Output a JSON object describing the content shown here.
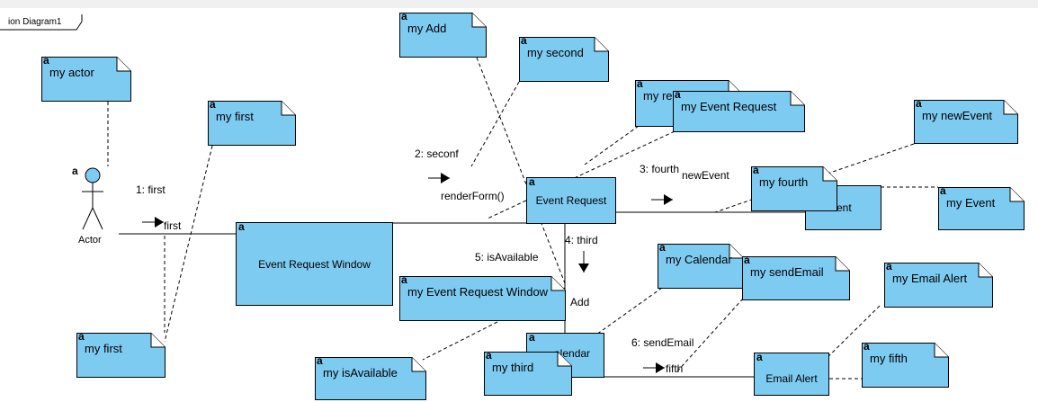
{
  "diagram": {
    "tab_title": "ion Diagram1",
    "actor": {
      "label": "Actor",
      "stereo": "a"
    },
    "objects": [
      {
        "id": "erw",
        "label": "Event Request Window",
        "stereo": "a"
      },
      {
        "id": "er",
        "label": "Event Request",
        "stereo": "a"
      },
      {
        "id": "ev",
        "label": "rent",
        "stereo": ""
      },
      {
        "id": "cal",
        "label": "alendar",
        "stereo": "a"
      },
      {
        "id": "ea",
        "label": "Email Alert",
        "stereo": "a"
      }
    ],
    "notes": [
      {
        "id": "myadd",
        "label": "my Add",
        "stereo": "a"
      },
      {
        "id": "mysecond",
        "label": "my second",
        "stereo": "a"
      },
      {
        "id": "myactor",
        "label": "my actor",
        "stereo": "a"
      },
      {
        "id": "myfirst1",
        "label": "my first",
        "stereo": "a"
      },
      {
        "id": "myrere",
        "label": "my re",
        "stereo": "a"
      },
      {
        "id": "myer",
        "label": "my Event Request",
        "stereo": "a"
      },
      {
        "id": "mynewevent",
        "label": "my newEvent",
        "stereo": "a"
      },
      {
        "id": "myfourth",
        "label": "my fourth",
        "stereo": "a"
      },
      {
        "id": "myevent",
        "label": "my Event",
        "stereo": "a"
      },
      {
        "id": "mycalendar",
        "label": "my Calendar",
        "stereo": "a"
      },
      {
        "id": "mysendemail",
        "label": "my sendEmail",
        "stereo": "a"
      },
      {
        "id": "myemailalert",
        "label": "my Email Alert",
        "stereo": "a"
      },
      {
        "id": "myerw",
        "label": "my Event Request Window",
        "stereo": "a"
      },
      {
        "id": "myfirst2",
        "label": "my first",
        "stereo": "a"
      },
      {
        "id": "myisavailable",
        "label": "my isAvailable",
        "stereo": "a"
      },
      {
        "id": "mythird",
        "label": "my third",
        "stereo": "a"
      },
      {
        "id": "myfifth",
        "label": "my fifth",
        "stereo": "a"
      }
    ],
    "messages": [
      {
        "id": "m1",
        "label": "1: first"
      },
      {
        "id": "m1b",
        "label": "first"
      },
      {
        "id": "m2",
        "label": "2: seconf"
      },
      {
        "id": "m2b",
        "label": "renderForm()"
      },
      {
        "id": "m3",
        "label": "3: fourth"
      },
      {
        "id": "m3b",
        "label": "newEvent"
      },
      {
        "id": "m4",
        "label": "4: third"
      },
      {
        "id": "m4b",
        "label": "Add"
      },
      {
        "id": "m5",
        "label": "5: isAvailable"
      },
      {
        "id": "m6",
        "label": "6: sendEmail"
      },
      {
        "id": "m6b",
        "label": "fifth"
      }
    ],
    "colors": {
      "fill": "#7ecbf2",
      "line": "#000000",
      "toolbar": "#f0f0f0"
    }
  }
}
